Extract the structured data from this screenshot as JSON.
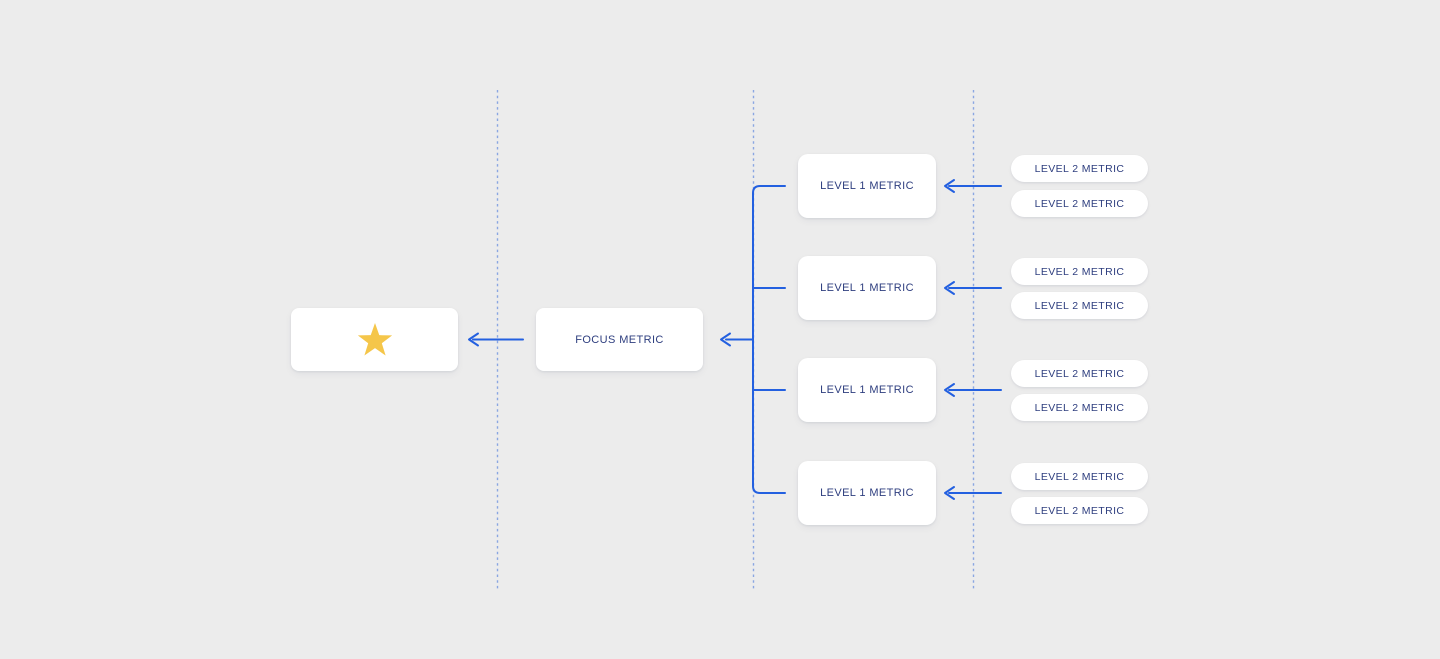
{
  "title": "Metric tree diagram",
  "colors": {
    "background": "#ececec",
    "connector_blue": "#2360e0",
    "guide_line_blue": "#8aa6e2",
    "label_navy": "#2e3e7f",
    "card_background": "#ffffff",
    "star_gold": "#f5c64a"
  },
  "diagram": {
    "north_star_card": {
      "icon": "star-icon"
    },
    "focus_metric": {
      "label": "FOCUS METRIC"
    },
    "groups": [
      {
        "level1_label": "LEVEL 1 METRIC",
        "level2_labels": [
          "LEVEL 2 METRIC",
          "LEVEL 2 METRIC"
        ]
      },
      {
        "level1_label": "LEVEL 1 METRIC",
        "level2_labels": [
          "LEVEL 2 METRIC",
          "LEVEL 2 METRIC"
        ]
      },
      {
        "level1_label": "LEVEL 1 METRIC",
        "level2_labels": [
          "LEVEL 2 METRIC",
          "LEVEL 2 METRIC"
        ]
      },
      {
        "level1_label": "LEVEL 1 METRIC",
        "level2_labels": [
          "LEVEL 2 METRIC",
          "LEVEL 2 METRIC"
        ]
      }
    ]
  }
}
